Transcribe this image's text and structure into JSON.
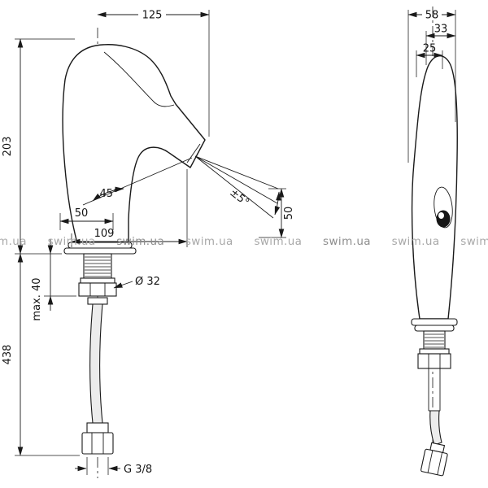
{
  "watermark": {
    "text": "swim.ua"
  },
  "drawing": {
    "left_view": {
      "dims": {
        "reach": "125",
        "height": "203",
        "front_offset": "50",
        "outlet_reach": "109",
        "spout_angle": "45°",
        "jet_adjust": "±5°",
        "jet_drop": "50",
        "shank_diameter": "Ø 32",
        "max_mounting": "max. 40",
        "hose_length": "438",
        "thread": "G 3/8"
      }
    },
    "right_view": {
      "dims": {
        "depth": "58",
        "upper_depth": "33",
        "front_depth": "25"
      }
    }
  }
}
